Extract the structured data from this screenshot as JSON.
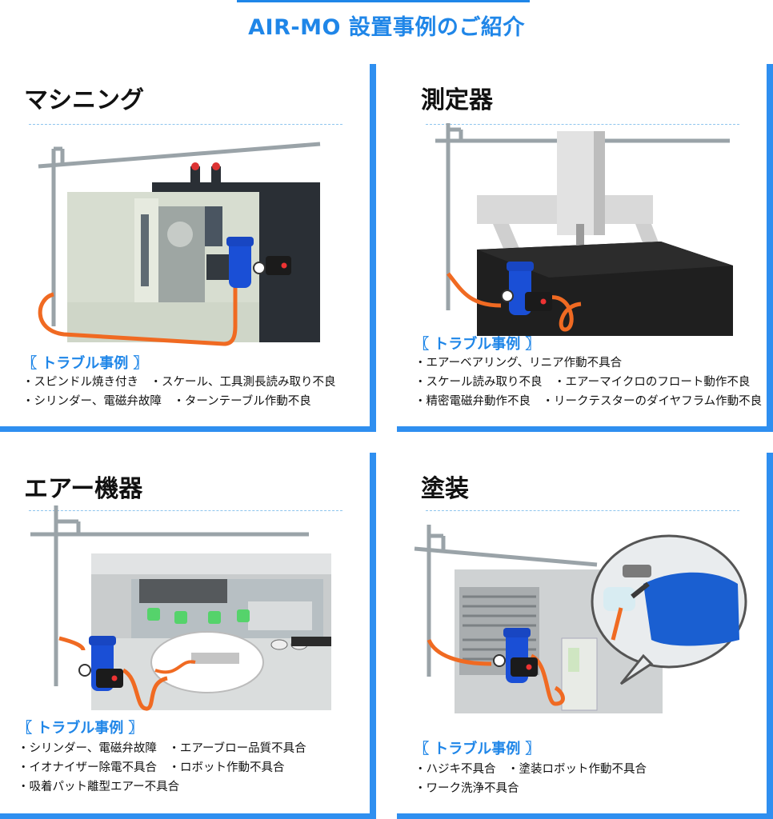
{
  "page_title": "AIR-MO 設置事例のご紹介",
  "trouble_heading": "〖 トラブル事例 〗",
  "cards": [
    {
      "title": "マシニング",
      "lines": [
        "・スピンドル焼き付き　・スケール、工具測長読み取り不良",
        "・シリンダー、電磁弁故障　・ターンテーブル作動不良"
      ]
    },
    {
      "title": "測定器",
      "lines": [
        "・エアーベアリング、リニア作動不具合",
        "・スケール読み取り不良　・エアーマイクロのフロート動作不良",
        "・精密電磁弁動作不良　・リークテスターのダイヤフラム作動不良"
      ]
    },
    {
      "title": "エアー機器",
      "lines": [
        "・シリンダー、電磁弁故障　・エアーブロー品質不具合",
        "・イオナイザー除電不具合　・ロボット作動不具合",
        "・吸着パット離型エアー不具合"
      ]
    },
    {
      "title": "塗装",
      "lines": [
        "・ハジキ不具合　・塗装ロボット作動不具合",
        "・ワーク洗浄不具合"
      ]
    }
  ],
  "colors": {
    "accent": "#1f86e8",
    "bar": "#2f8ff0",
    "hose": "#f06a22",
    "unit_blue": "#1a4fd6"
  }
}
